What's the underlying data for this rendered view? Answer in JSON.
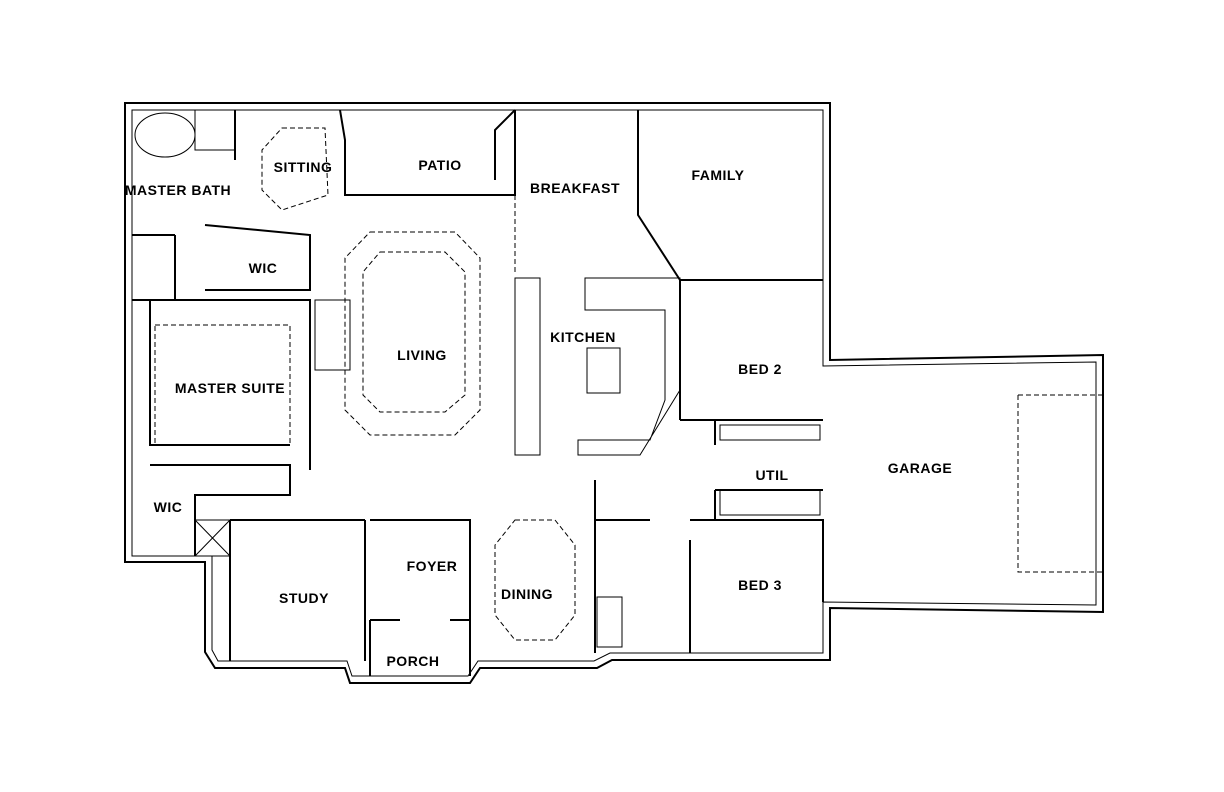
{
  "plan": {
    "rooms": {
      "master_bath": "MASTER BATH",
      "sitting": "SITTING",
      "patio": "PATIO",
      "breakfast": "BREAKFAST",
      "family": "FAMILY",
      "wic_master": "WIC",
      "living": "LIVING",
      "kitchen": "KITCHEN",
      "master_suite": "MASTER SUITE",
      "bed2": "BED 2",
      "garage": "GARAGE",
      "util": "UTIL",
      "wic_lower": "WIC",
      "study": "STUDY",
      "foyer": "FOYER",
      "dining": "DINING",
      "bed3": "BED 3",
      "porch": "PORCH"
    }
  }
}
